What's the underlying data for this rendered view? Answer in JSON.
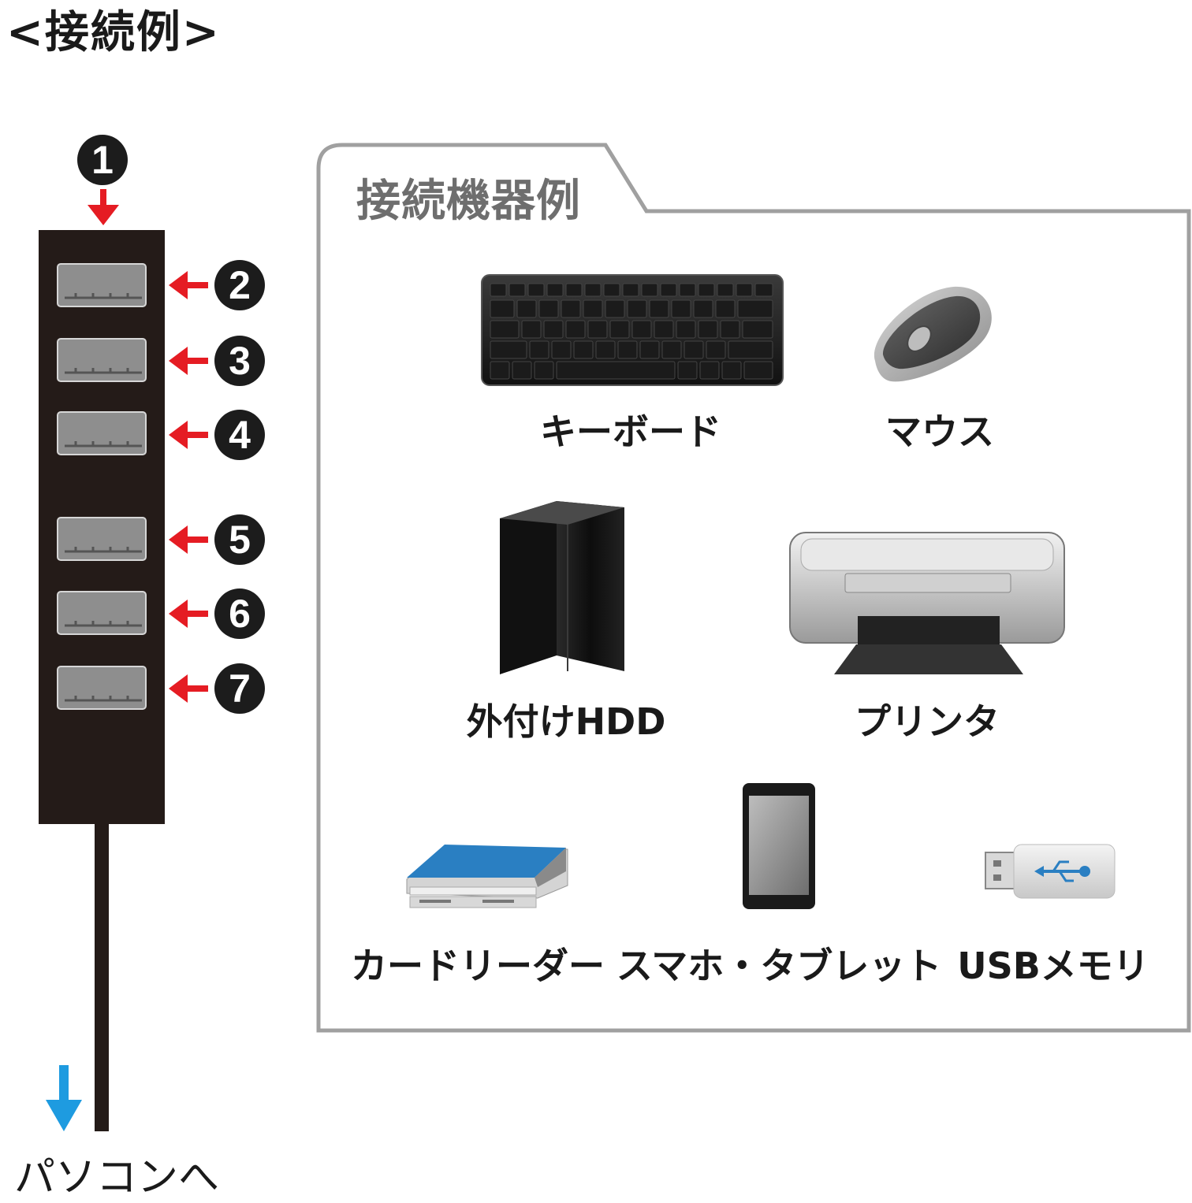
{
  "title": "<接続例>",
  "hub": {
    "port_numbers": [
      "1",
      "2",
      "3",
      "4",
      "5",
      "6",
      "7"
    ],
    "to_pc_label": "パソコンへ"
  },
  "panel": {
    "title": "接続機器例",
    "devices": [
      {
        "label": "キーボード",
        "icon": "keyboard-icon"
      },
      {
        "label": "マウス",
        "icon": "mouse-icon"
      },
      {
        "label": "外付けHDD",
        "icon": "external-hdd-icon"
      },
      {
        "label": "プリンタ",
        "icon": "printer-icon"
      },
      {
        "label": "カードリーダー",
        "icon": "card-reader-icon"
      },
      {
        "label": "スマホ・タブレット",
        "icon": "smartphone-icon"
      },
      {
        "label": "USBメモリ",
        "icon": "usb-memory-icon"
      }
    ]
  },
  "colors": {
    "arrow_red": "#e51c23",
    "arrow_blue": "#1e9be0",
    "hub_body": "#241b18",
    "panel_border": "#a0a0a0",
    "device_blue": "#2a7fc2"
  }
}
